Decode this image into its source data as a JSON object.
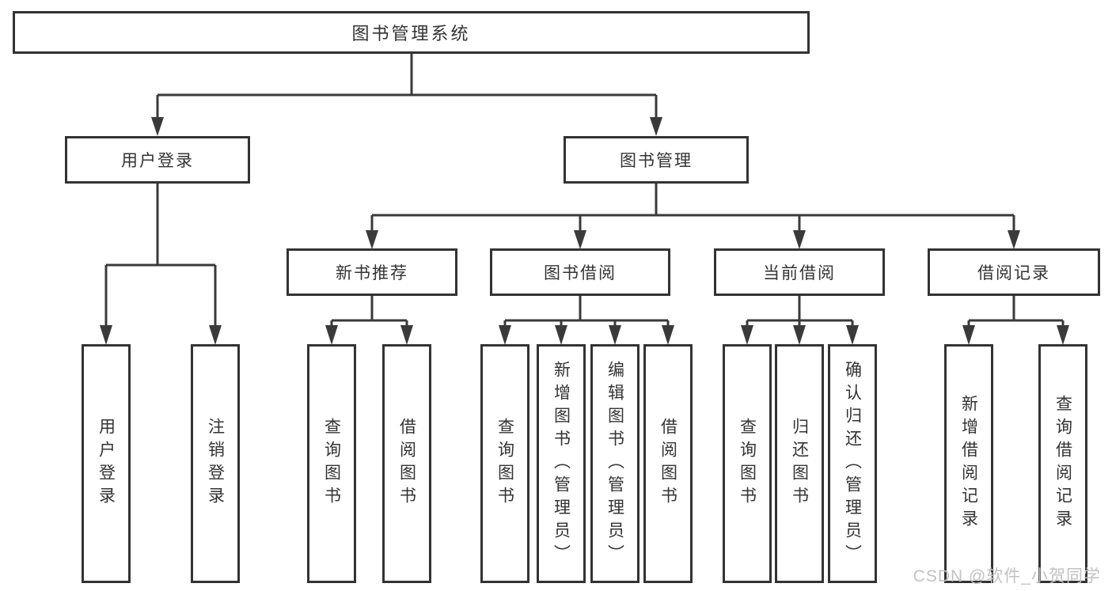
{
  "diagram": {
    "title": "图书管理系统",
    "colors": {
      "line": "#3a3a3a",
      "box_border": "#333333",
      "text": "#333333",
      "watermark": "#c3c1c1"
    },
    "tree": {
      "root": {
        "label": "图书管理系统",
        "children": [
          {
            "label": "用户登录",
            "children": [
              {
                "label": "用户登录"
              },
              {
                "label": "注销登录"
              }
            ]
          },
          {
            "label": "图书管理",
            "children": [
              {
                "label": "新书推荐",
                "children": [
                  {
                    "label": "查询图书"
                  },
                  {
                    "label": "借阅图书"
                  }
                ]
              },
              {
                "label": "图书借阅",
                "children": [
                  {
                    "label": "查询图书"
                  },
                  {
                    "label": "新增图书（管理员）"
                  },
                  {
                    "label": "编辑图书（管理员）"
                  },
                  {
                    "label": "借阅图书"
                  }
                ]
              },
              {
                "label": "当前借阅",
                "children": [
                  {
                    "label": "查询图书"
                  },
                  {
                    "label": "归还图书"
                  },
                  {
                    "label": "确认归还（管理员）"
                  }
                ]
              },
              {
                "label": "借阅记录",
                "children": [
                  {
                    "label": "新增借阅记录"
                  },
                  {
                    "label": "查询借阅记录"
                  }
                ]
              }
            ]
          }
        ]
      }
    }
  },
  "watermark": "CSDN @软件_小贺同学"
}
